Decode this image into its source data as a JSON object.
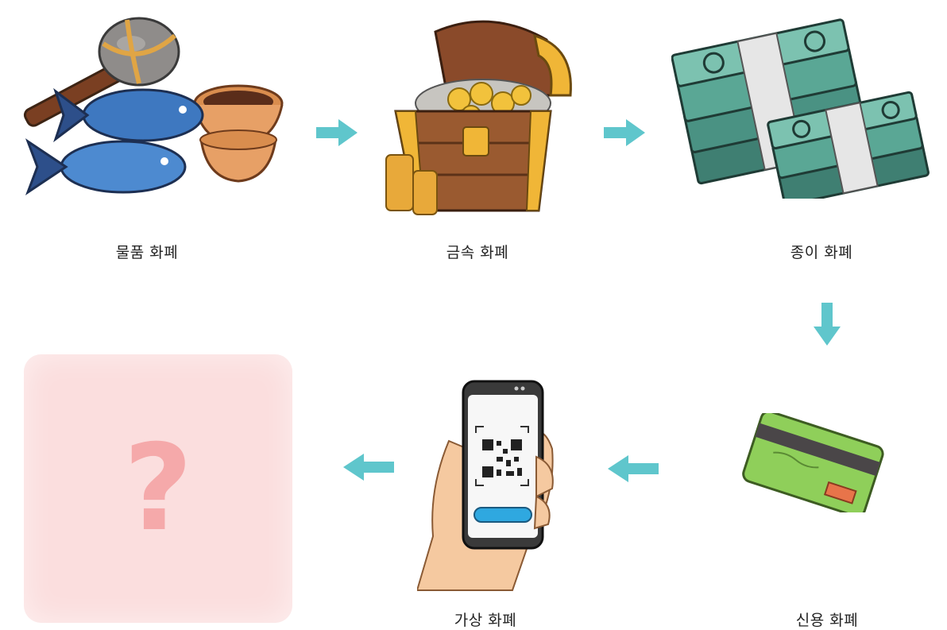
{
  "stages": [
    {
      "label": "물품 화폐",
      "icon": "barter-goods-icon"
    },
    {
      "label": "금속 화폐",
      "icon": "treasure-chest-icon"
    },
    {
      "label": "종이 화폐",
      "icon": "banknote-stacks-icon"
    },
    {
      "label": "신용 화폐",
      "icon": "credit-card-icon"
    },
    {
      "label": "가상 화폐",
      "icon": "smartphone-qr-icon"
    }
  ],
  "next_stage": {
    "mark": "?"
  },
  "colors": {
    "arrow": "#5fc6cc",
    "mystery_bg": "#fbdede",
    "mystery_mark": "#f5a9aa"
  }
}
